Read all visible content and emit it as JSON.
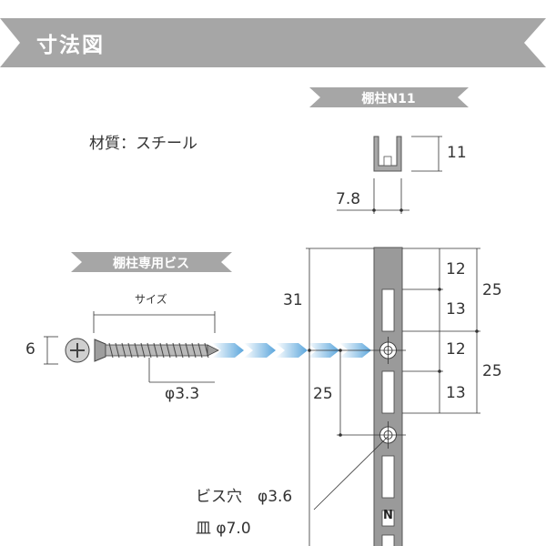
{
  "title": "寸法図",
  "material": "材質：スチール",
  "n11": {
    "banner": "棚柱N11",
    "dim_height": "11",
    "dim_width": "7.8"
  },
  "screw": {
    "banner": "棚柱専用ビス",
    "size_label": "サイズ",
    "dim_head": "6",
    "dim_diameter": "φ3.3"
  },
  "rail": {
    "dim_total": "31",
    "dim_a1": "12",
    "dim_b1": "13",
    "dim_a2": "12",
    "dim_b2": "13",
    "dim_pitch1": "25",
    "dim_pitch2": "25",
    "dim_left": "25",
    "hole_label": "ビス穴　φ3.6",
    "countersink_label": "皿 φ7.0",
    "stamp": "N"
  },
  "colors": {
    "banner_gray": "#a6a6a6",
    "rail_gray": "#9a9a9a",
    "arrow_blue": "#5ba6dc"
  }
}
